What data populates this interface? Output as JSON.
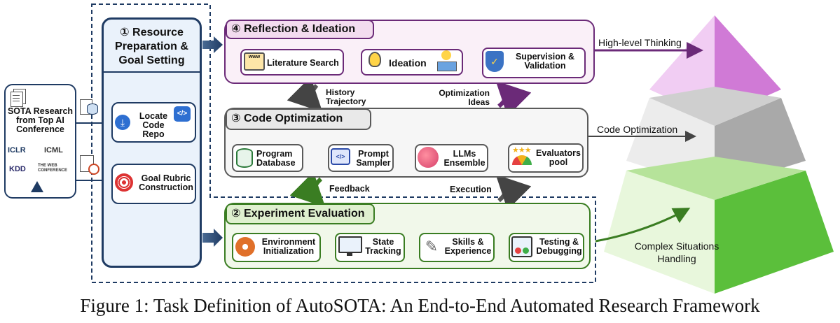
{
  "colors": {
    "blue_frame": "#1f3b63",
    "purple": "#6b2a78",
    "purple_fill": "#faf0f8",
    "gray": "#5a5a5a",
    "gray_fill": "#f6f6f6",
    "green": "#3a7d22",
    "green_fill": "#f1f8ea",
    "pyr_top": "#e7b3ea",
    "pyr_mid": "#d2d2d2",
    "pyr_bot": "#c8ecb0"
  },
  "source": {
    "title": "SOTA Research from Top AI Conference",
    "logos": [
      "ICLR",
      "ICML",
      "KDD",
      "THE WEB CONFERENCE"
    ]
  },
  "resource": {
    "title": "① Resource Preparation & Goal Setting",
    "step1": "Locate Code Repo",
    "step2": "Goal Rubric Construction"
  },
  "reflection": {
    "title": "④ Reflection & Ideation",
    "items": [
      "Literature Search",
      "Ideation",
      "Supervision & Validation"
    ]
  },
  "code": {
    "title": "③ Code Optimization",
    "items": [
      "Program Database",
      "Prompt Sampler",
      "LLMs Ensemble",
      "Evaluators pool"
    ]
  },
  "experiment": {
    "title": "② Experiment Evaluation",
    "items": [
      "Environment Initialization",
      "State Tracking",
      "Skills & Experience",
      "Testing & Debugging"
    ]
  },
  "connectors": {
    "history": "History Trajectory",
    "opt_ideas": "Optimization Ideas",
    "feedback": "Feedback",
    "execution": "Execution"
  },
  "pyramid": {
    "high": "High-level Thinking",
    "code": "Code Optimization",
    "complex": "Complex Situations Handling"
  },
  "caption": "Figure 1: Task Definition of AutoSOTA: An End-to-End Automated Research Framework"
}
